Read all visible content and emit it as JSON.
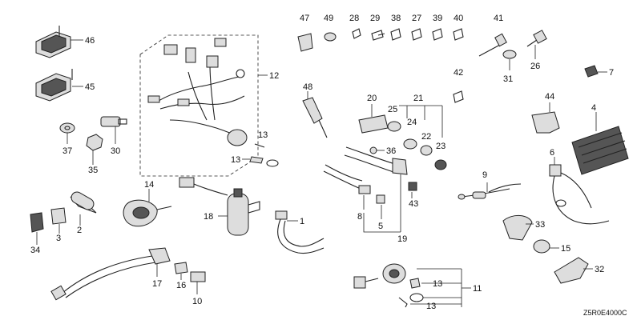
{
  "diagram_code": "Z5R0E4000C",
  "callouts": {
    "c1": "1",
    "c2": "2",
    "c3": "3",
    "c4": "4",
    "c5": "5",
    "c6": "6",
    "c7": "7",
    "c8": "8",
    "c9": "9",
    "c10": "10",
    "c11": "11",
    "c12": "12",
    "c13a": "13",
    "c13b": "13",
    "c13c": "13",
    "c13d": "13",
    "c14": "14",
    "c15": "15",
    "c16": "16",
    "c17": "17",
    "c18": "18",
    "c19": "19",
    "c20": "20",
    "c21": "21",
    "c22": "22",
    "c23": "23",
    "c24": "24",
    "c25": "25",
    "c26": "26",
    "c27": "27",
    "c28": "28",
    "c29": "29",
    "c30": "30",
    "c31": "31",
    "c32": "32",
    "c33": "33",
    "c34": "34",
    "c35": "35",
    "c36": "36",
    "c37": "37",
    "c38": "38",
    "c39": "39",
    "c40": "40",
    "c41": "41",
    "c42": "42",
    "c43": "43",
    "c44": "44",
    "c45": "45",
    "c46": "46",
    "c47": "47",
    "c48": "48",
    "c49": "49"
  }
}
